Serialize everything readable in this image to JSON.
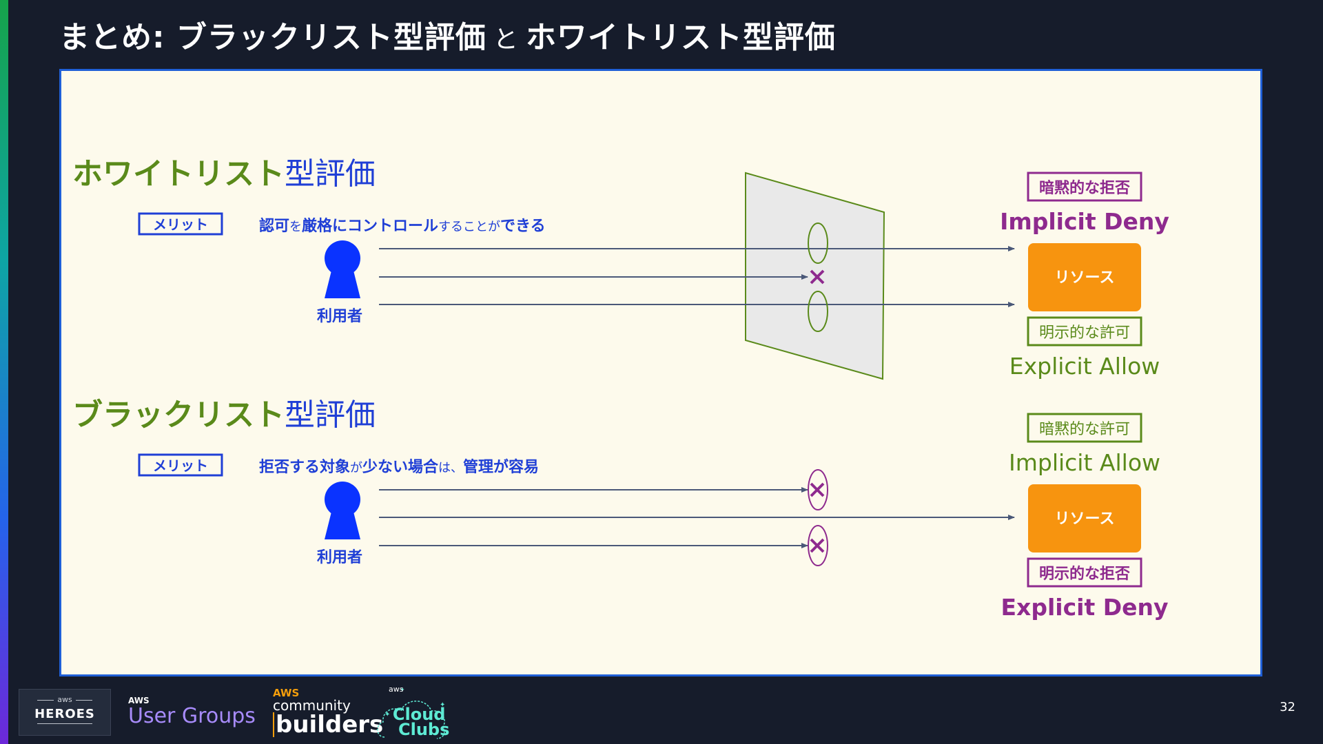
{
  "title": {
    "part1": "まとめ: ブラックリスト型評価",
    "conj": "と",
    "part2": "ホワイトリスト型評価"
  },
  "page_number": "32",
  "colors": {
    "green": "#5a8a1a",
    "blue": "#1f3fd6",
    "purple": "#8e2a8e",
    "orange": "#f7940f",
    "arrow": "#4a5878"
  },
  "whitelist": {
    "heading_strong": "ホワイトリスト",
    "heading_rest": "型評価",
    "merit_tag": "メリット",
    "merit_text_parts": [
      {
        "text": "認可",
        "bold": true
      },
      {
        "text": "を",
        "bold": false
      },
      {
        "text": "厳格にコントロール",
        "bold": true
      },
      {
        "text": "することが",
        "bold": false
      },
      {
        "text": "できる",
        "bold": true
      }
    ],
    "user_label": "利用者",
    "top_tag": "暗黙的な拒否",
    "top_en": "Implicit Deny",
    "resource_label": "リソース",
    "bottom_tag": "明示的な許可",
    "bottom_en": "Explicit Allow"
  },
  "blacklist": {
    "heading_strong": "ブラックリスト",
    "heading_rest": "型評価",
    "merit_tag": "メリット",
    "merit_text_parts": [
      {
        "text": "拒否する対象",
        "bold": true
      },
      {
        "text": "が",
        "bold": false
      },
      {
        "text": "少ない場合",
        "bold": true
      },
      {
        "text": "は、",
        "bold": false
      },
      {
        "text": "管理が容易",
        "bold": true
      }
    ],
    "user_label": "利用者",
    "top_tag": "暗黙的な許可",
    "top_en": "Implicit Allow",
    "resource_label": "リソース",
    "bottom_tag": "明示的な拒否",
    "bottom_en": "Explicit Deny"
  },
  "footer_logos": {
    "heroes": {
      "aws": "aws",
      "name": "HEROES"
    },
    "user_groups": {
      "aws": "AWS",
      "name": "User Groups"
    },
    "community_builders": {
      "aws": "AWS",
      "line1": "community",
      "line2": "builders"
    },
    "cloud_clubs": {
      "aws": "aws",
      "line1": "Cloud",
      "line2": "Clubs"
    }
  }
}
